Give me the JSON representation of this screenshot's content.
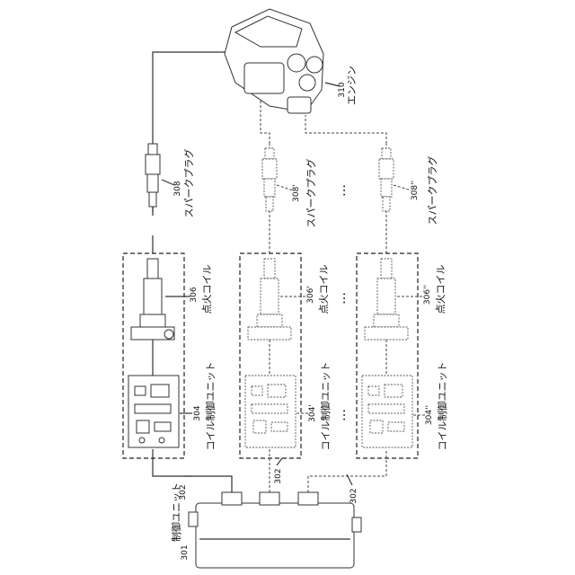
{
  "labels": {
    "control_unit": "制御ユニット",
    "control_unit_num": "301",
    "wire_num_1": "302",
    "wire_num_2": "302",
    "wire_num_3": "302",
    "coil_ctrl_1": "コイル制御ユニット",
    "coil_ctrl_1_num": "304",
    "coil_ctrl_2": "コイル制御ユニット",
    "coil_ctrl_2_num": "304'",
    "coil_ctrl_3": "コイル制御ユニット",
    "coil_ctrl_3_num": "304''",
    "ign_coil_1": "点火コイル",
    "ign_coil_1_num": "306",
    "ign_coil_2": "点火コイル",
    "ign_coil_2_num": "306'",
    "ign_coil_3": "点火コイル",
    "ign_coil_3_num": "306''",
    "spark_plug_1": "スパークプラグ",
    "spark_plug_1_num": "308",
    "spark_plug_2": "スパークプラグ",
    "spark_plug_2_num": "308'",
    "spark_plug_3": "スパークプラグ",
    "spark_plug_3_num": "308''",
    "engine": "エンジン",
    "engine_num": "310",
    "ellipsis_1": "…",
    "ellipsis_2": "…",
    "ellipsis_3": "…"
  },
  "colors": {
    "line": "#333333",
    "background": "#ffffff"
  }
}
